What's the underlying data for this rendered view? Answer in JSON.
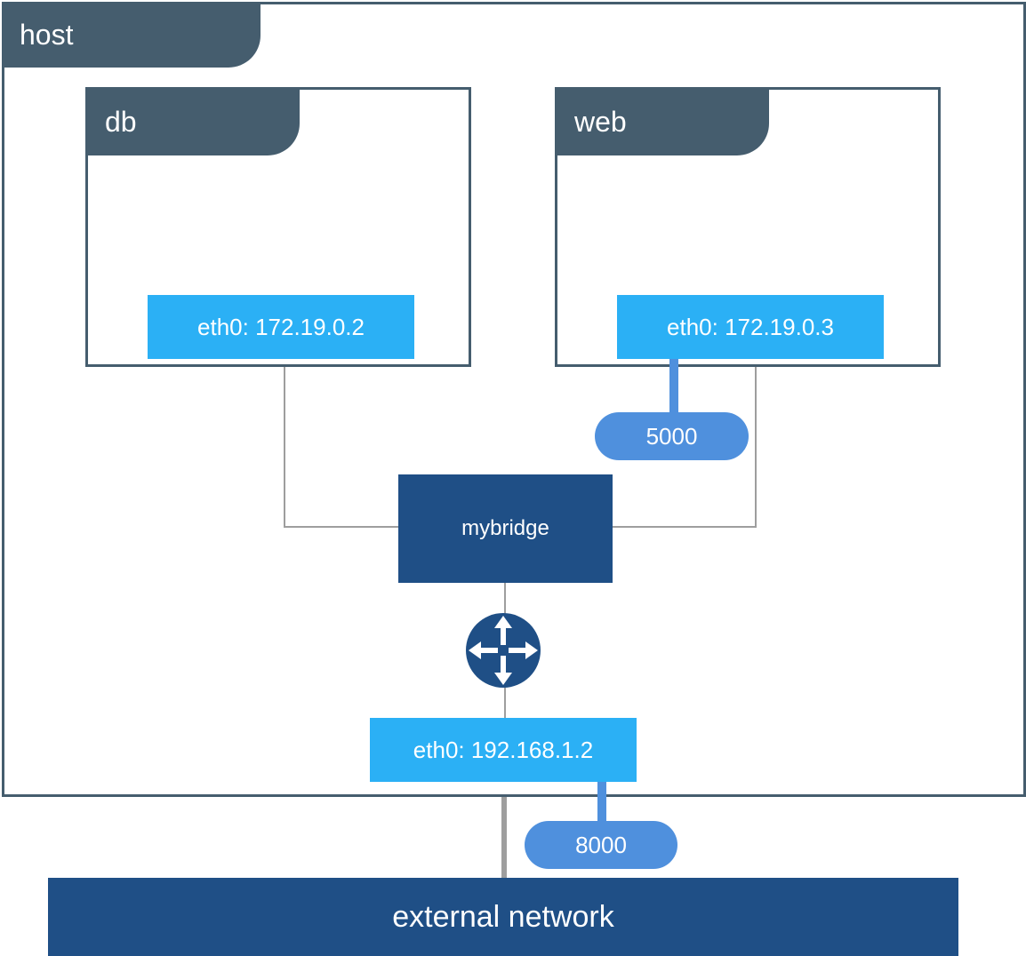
{
  "host": {
    "label": "host"
  },
  "containers": [
    {
      "name": "db",
      "interface": "eth0: 172.19.0.2"
    },
    {
      "name": "web",
      "interface": "eth0: 172.19.0.3",
      "port": "5000"
    }
  ],
  "bridge": {
    "label": "mybridge"
  },
  "router": {
    "icon": "router-arrows-icon"
  },
  "host_interface": {
    "label": "eth0: 192.168.1.2",
    "port": "8000"
  },
  "external": {
    "label": "external network"
  },
  "colors": {
    "frame": "#455d6e",
    "interface": "#2bb0f5",
    "port": "#4f90dd",
    "bridge": "#1f4f86",
    "link": "#9e9e9e"
  }
}
